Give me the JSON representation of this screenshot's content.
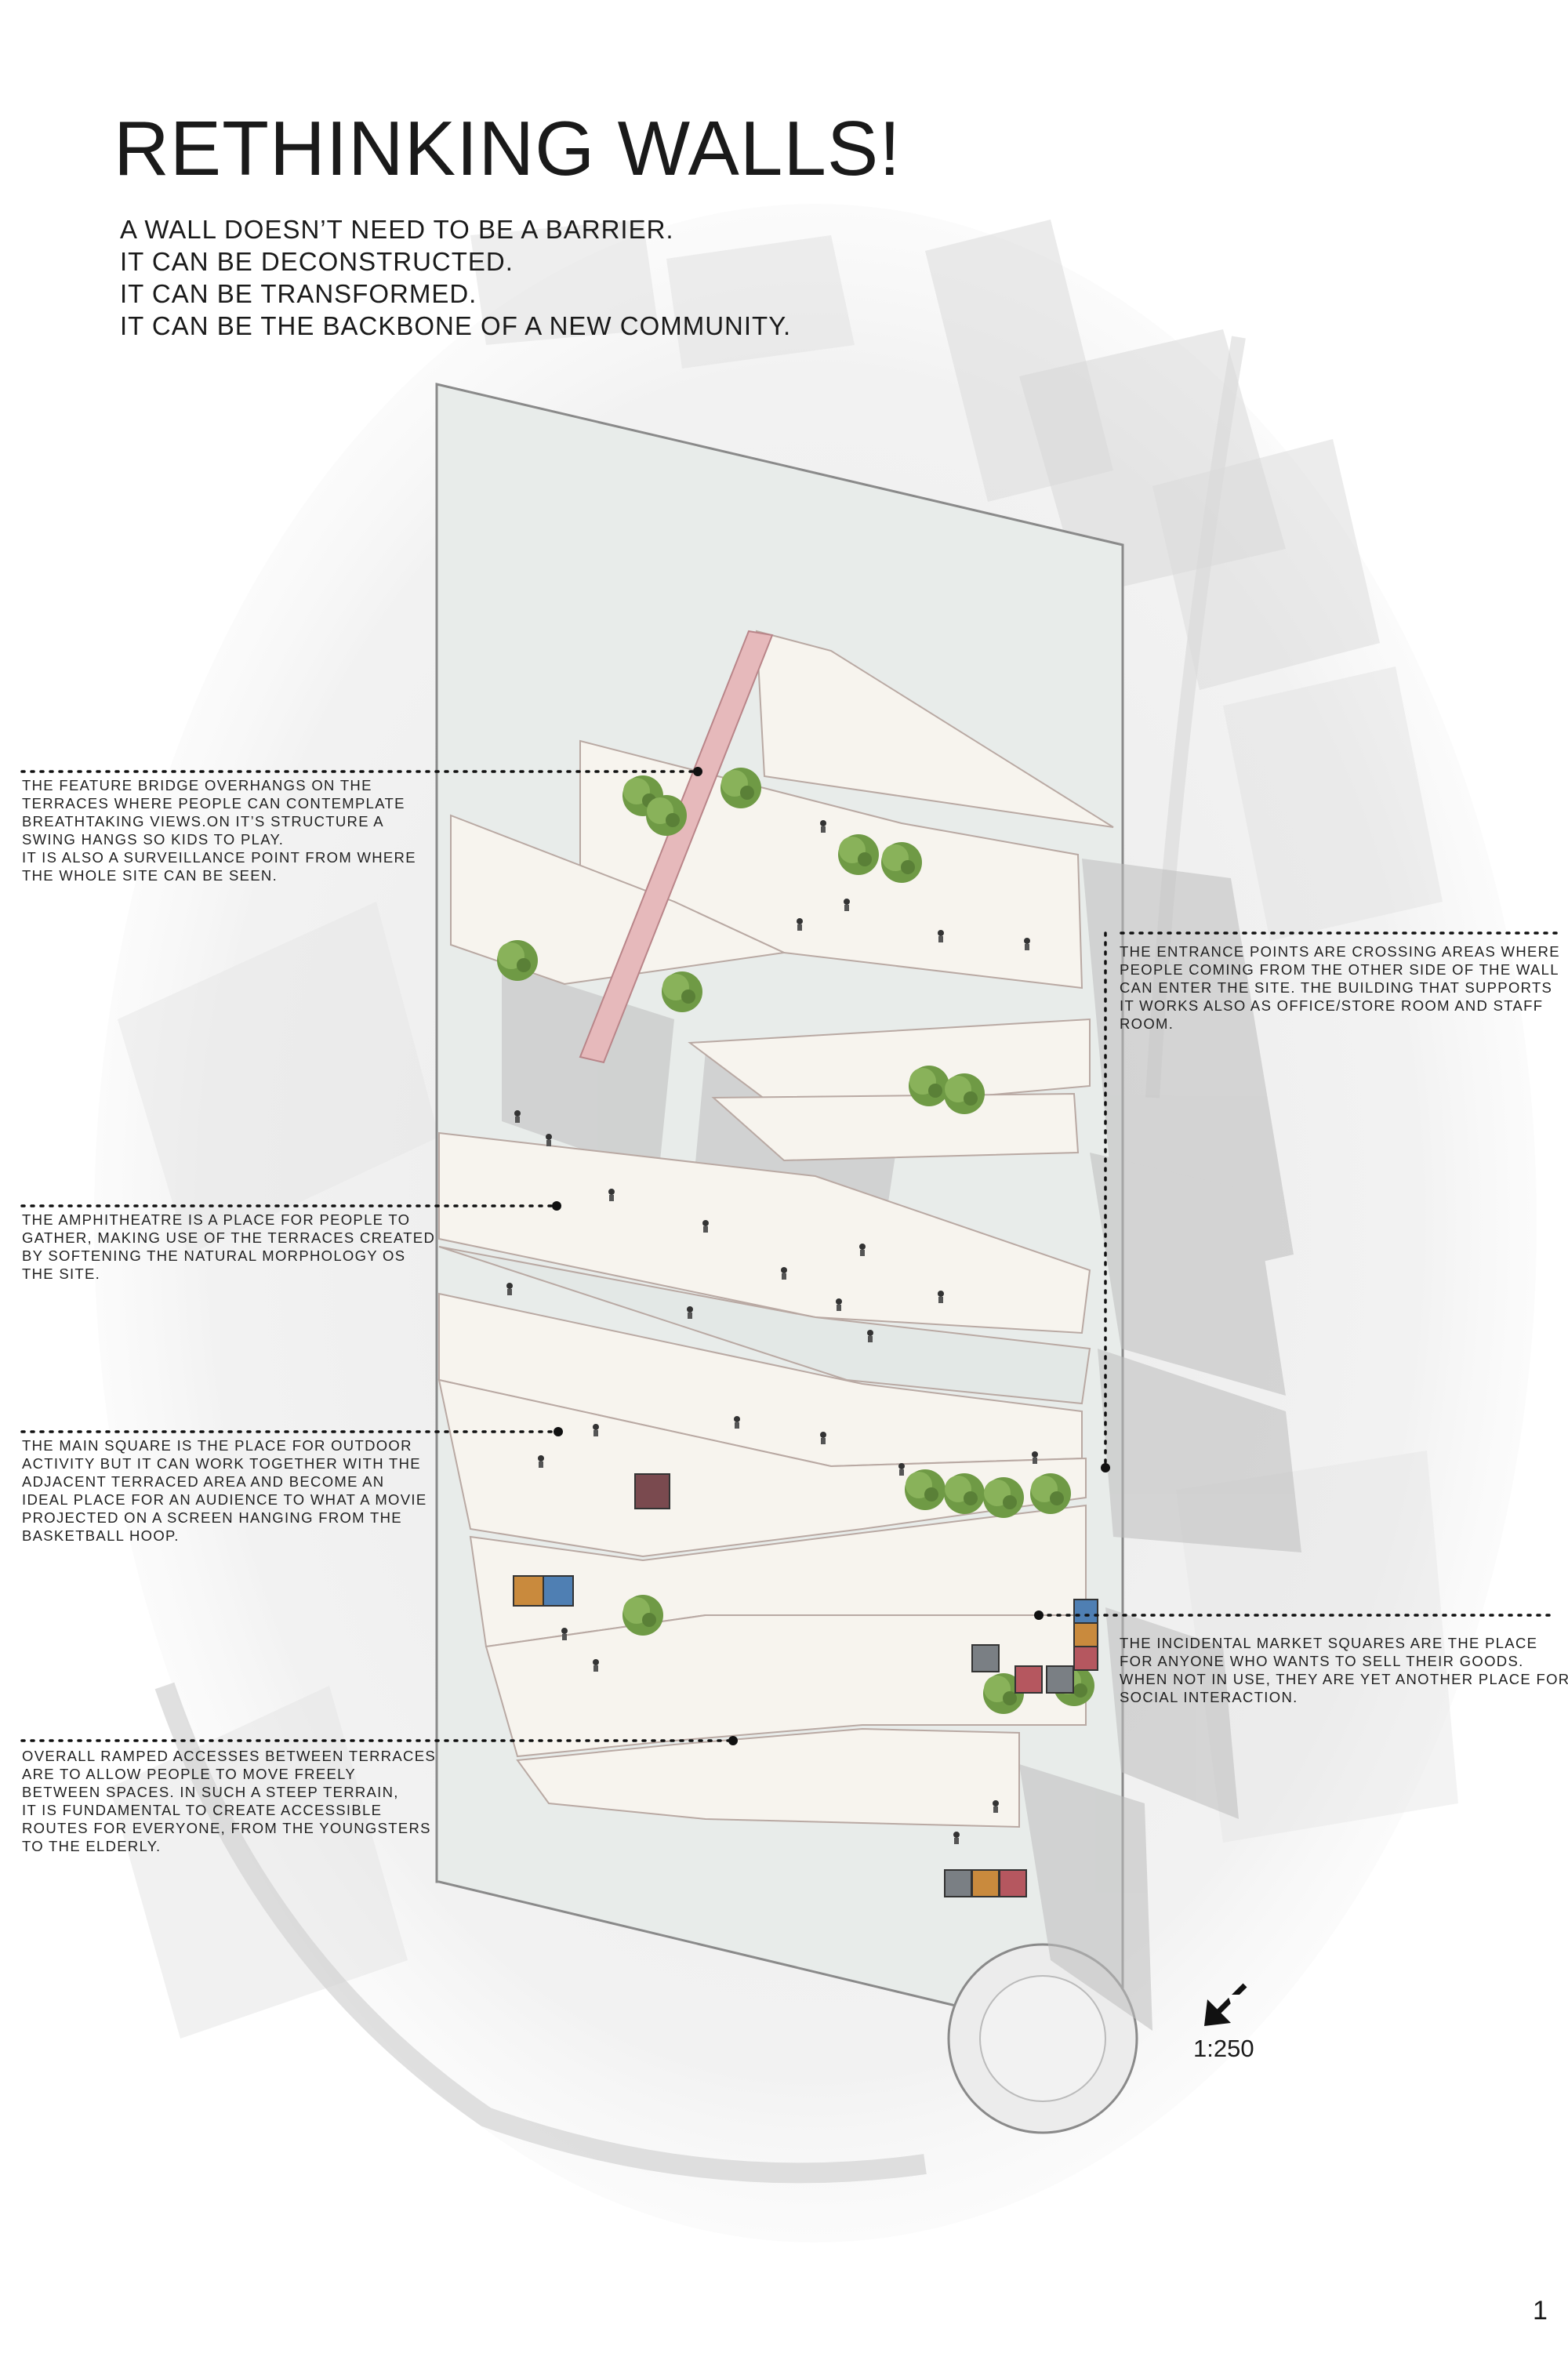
{
  "title": "RETHINKING WALLS!",
  "subtitle_lines": [
    "A WALL DOESN’T NEED TO BE A BARRIER.",
    "IT CAN BE DECONSTRUCTED.",
    "IT CAN BE TRANSFORMED.",
    "IT CAN BE THE BACKBONE OF A NEW COMMUNITY."
  ],
  "annotations": {
    "bridge": {
      "lines": [
        "THE FEATURE BRIDGE OVERHANGS ON THE",
        "TERRACES WHERE PEOPLE CAN CONTEMPLATE",
        "BREATHTAKING VIEWS.ON IT’S STRUCTURE A",
        "SWING HANGS SO KIDS TO PLAY.",
        "IT IS ALSO A SURVEILLANCE POINT FROM WHERE",
        "THE WHOLE SITE CAN BE SEEN."
      ]
    },
    "entrance": {
      "lines": [
        "THE ENTRANCE POINTS ARE CROSSING AREAS WHERE",
        "PEOPLE COMING FROM THE OTHER SIDE OF THE WALL",
        "CAN ENTER THE SITE. THE BUILDING THAT SUPPORTS",
        "IT WORKS ALSO AS OFFICE/STORE ROOM AND STAFF",
        "ROOM."
      ]
    },
    "amphitheatre": {
      "lines": [
        "THE AMPHITHEATRE IS A PLACE FOR PEOPLE TO",
        "GATHER, MAKING USE OF THE TERRACES CREATED",
        "BY SOFTENING THE NATURAL MORPHOLOGY OS",
        "THE SITE."
      ]
    },
    "main_square": {
      "lines": [
        "THE MAIN SQUARE IS THE PLACE FOR OUTDOOR",
        "ACTIVITY BUT IT CAN WORK TOGETHER WITH THE",
        "ADJACENT TERRACED AREA AND BECOME AN",
        "IDEAL PLACE FOR AN AUDIENCE TO WHAT A MOVIE",
        "PROJECTED ON A SCREEN HANGING FROM THE",
        "BASKETBALL HOOP."
      ]
    },
    "market": {
      "lines": [
        "THE INCIDENTAL MARKET SQUARES ARE THE PLACE",
        "FOR ANYONE WHO WANTS TO SELL THEIR GOODS.",
        "WHEN NOT IN USE, THEY ARE YET ANOTHER PLACE FOR",
        "SOCIAL INTERACTION."
      ]
    },
    "ramps": {
      "lines": [
        "OVERALL RAMPED ACCESSES BETWEEN TERRACES",
        "ARE TO ALLOW PEOPLE TO MOVE FREELY",
        "BETWEEN SPACES. IN SUCH A STEEP TERRAIN,",
        "IT IS FUNDAMENTAL TO CREATE ACCESSIBLE",
        "ROUTES FOR EVERYONE, FROM THE YOUNGSTERS",
        "TO THE ELDERLY."
      ]
    }
  },
  "scale": "1:250",
  "page_number": "1",
  "north_arrow_icon": "north-arrow-icon",
  "colors": {
    "text": "#1a1a1a",
    "bridge": "#e6b9bb",
    "terrace": "#f7f4ee",
    "shadow": "#bdbdbd",
    "ground": "#e4e8e6",
    "tree": "#6f9a45",
    "market_blue": "#4f7fb3",
    "market_orange": "#c98a3d",
    "market_red": "#b5575f",
    "market_grey": "#7a7f84"
  }
}
